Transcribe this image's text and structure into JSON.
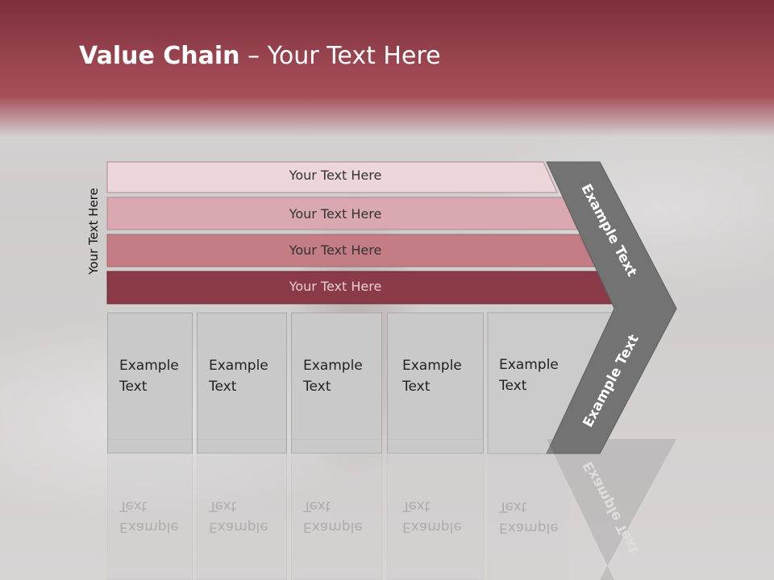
{
  "title": {
    "bold": "Value Chain",
    "rest": " – Your Text Here"
  },
  "vertical_label": "Your Text Here",
  "bars": [
    {
      "label": "Your Text Here",
      "color": "#ecd6da",
      "text_color": "#333333"
    },
    {
      "label": "Your Text Here",
      "color": "#d9a8b0",
      "text_color": "#333333"
    },
    {
      "label": "Your Text Here",
      "color": "#c47c85",
      "text_color": "#333333"
    },
    {
      "label": "Your Text Here",
      "color": "#8b3a47",
      "text_color": "#e8d0d4"
    }
  ],
  "boxes": [
    {
      "line1": "Example",
      "line2": "Text"
    },
    {
      "line1": "Example",
      "line2": "Text"
    },
    {
      "line1": "Example",
      "line2": "Text"
    },
    {
      "line1": "Example",
      "line2": "Text"
    },
    {
      "line1": "Example",
      "line2": "Text"
    }
  ],
  "chevron": {
    "upper_label": "Example Text",
    "lower_label": "Example Text",
    "color": "#737373"
  }
}
